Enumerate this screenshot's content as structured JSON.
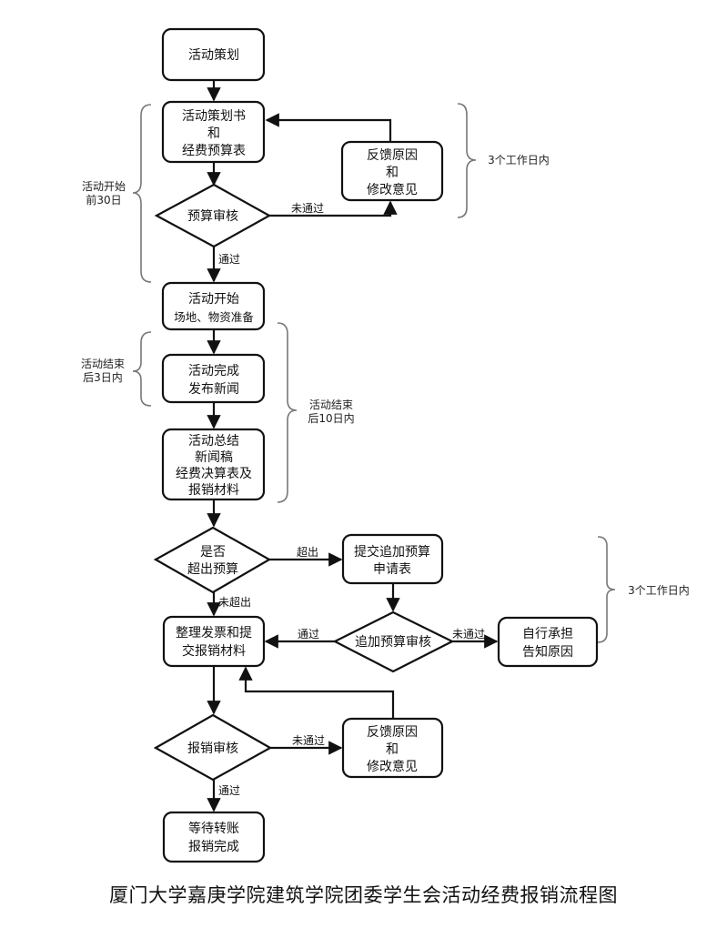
{
  "title": "厦门大学嘉庚学院建筑学院团委学生会活动经费报销流程图",
  "nodes": {
    "plan": [
      "活动策划"
    ],
    "proposal": [
      "活动策划书",
      "和",
      "经费预算表"
    ],
    "budget_review": [
      "预算审核"
    ],
    "feedback1": [
      "反馈原因",
      "和",
      "修改意见"
    ],
    "start": [
      "活动开始",
      "场地、物资准备"
    ],
    "complete": [
      "活动完成",
      "发布新闻"
    ],
    "summary": [
      "活动总结",
      "新闻稿",
      "经费决算表及",
      "报销材料"
    ],
    "over_budget": [
      "是否",
      "超出预算"
    ],
    "submit_extra": [
      "提交追加预算",
      "申请表"
    ],
    "extra_review": [
      "追加预算审核"
    ],
    "self_bear": [
      "自行承担",
      "告知原因"
    ],
    "invoices": [
      "整理发票和提",
      "交报销材料"
    ],
    "reimb_review": [
      "报销审核"
    ],
    "feedback2": [
      "反馈原因",
      "和",
      "修改意见"
    ],
    "final": [
      "等待转账",
      "报销完成"
    ]
  },
  "edge_labels": {
    "budget_fail": "未通过",
    "budget_pass": "通过",
    "over": "超出",
    "not_over": "未超出",
    "extra_pass": "通过",
    "extra_fail": "未通过",
    "reimb_fail": "未通过",
    "reimb_pass": "通过"
  },
  "notes": {
    "before_start": [
      "活动开始",
      "前30日"
    ],
    "three_days_1": [
      "3个工作日内"
    ],
    "after_end_3": [
      "活动结束",
      "后3日内"
    ],
    "after_end_10": [
      "活动结束",
      "后10日内"
    ],
    "three_days_2": [
      "3个工作日内"
    ]
  }
}
